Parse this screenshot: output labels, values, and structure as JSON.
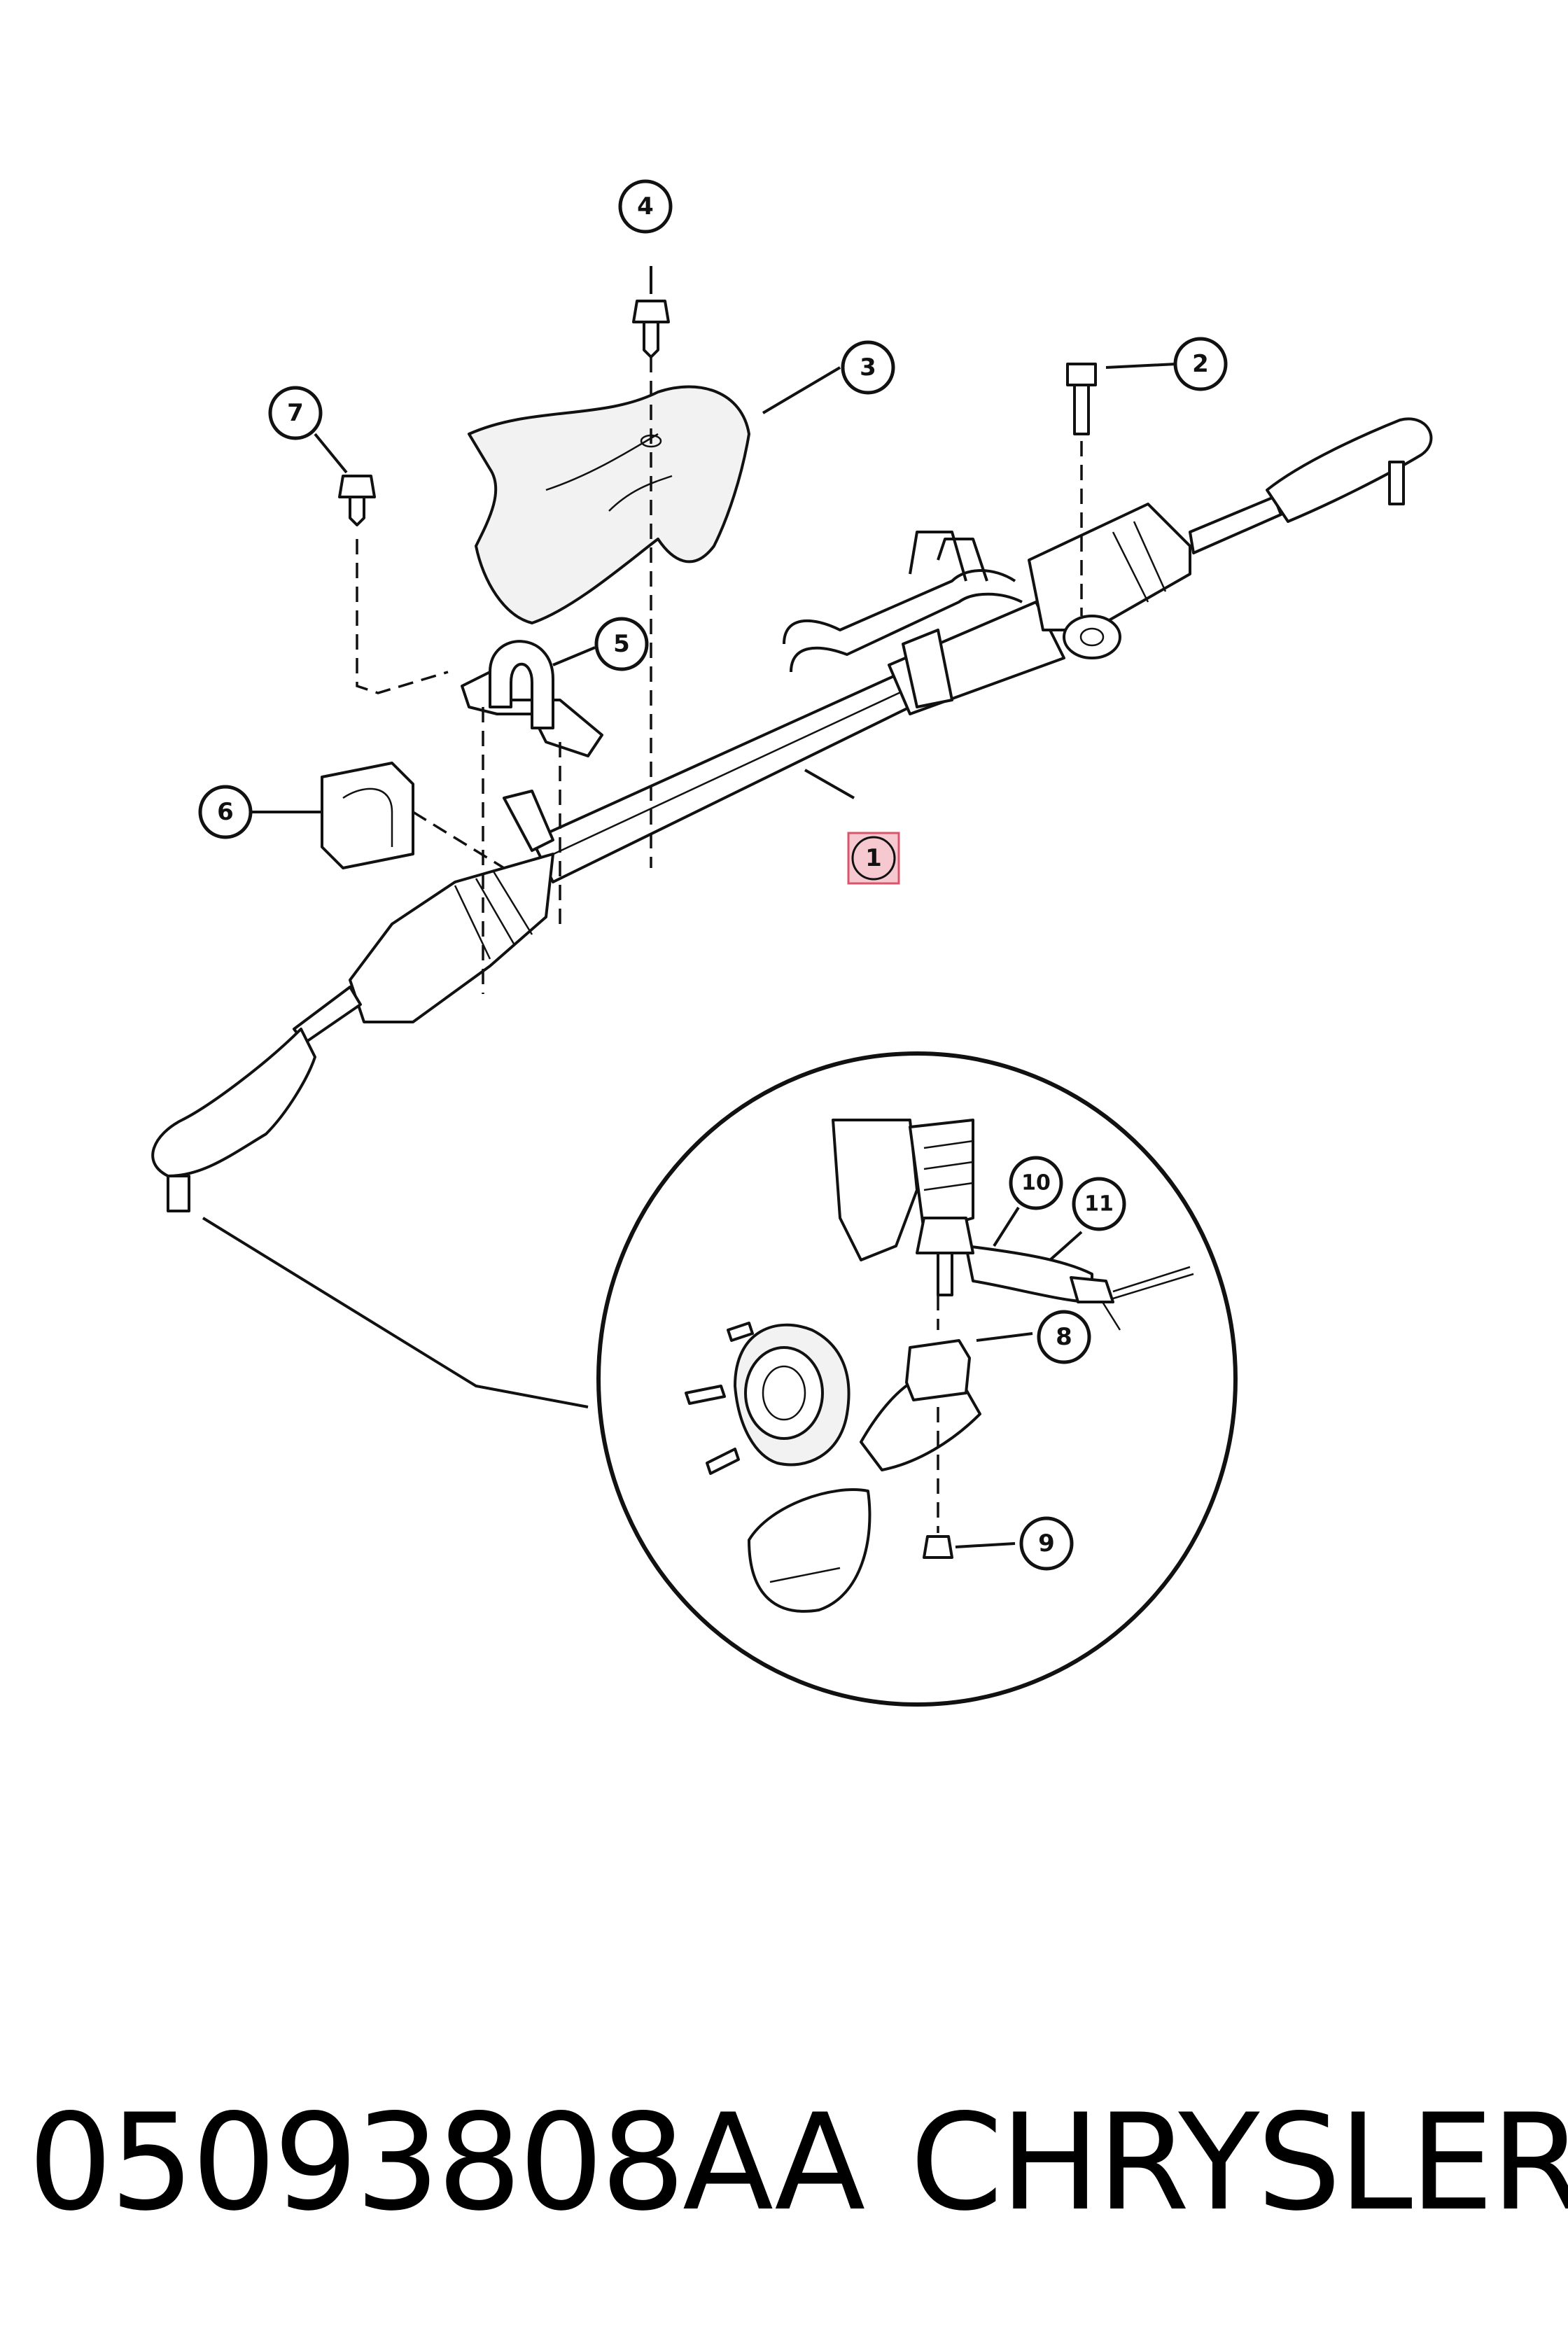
{
  "callouts": [
    "1",
    "2",
    "3",
    "4",
    "5",
    "6",
    "7",
    "8",
    "9",
    "10",
    "11"
  ],
  "footer": {
    "part_number": "05093808AA",
    "brand": "CHRYSLER"
  },
  "colors": {
    "ink": "#111111",
    "background": "#ffffff",
    "highlight_fill": "#f6c9d0",
    "highlight_stroke": "#d9556b"
  }
}
